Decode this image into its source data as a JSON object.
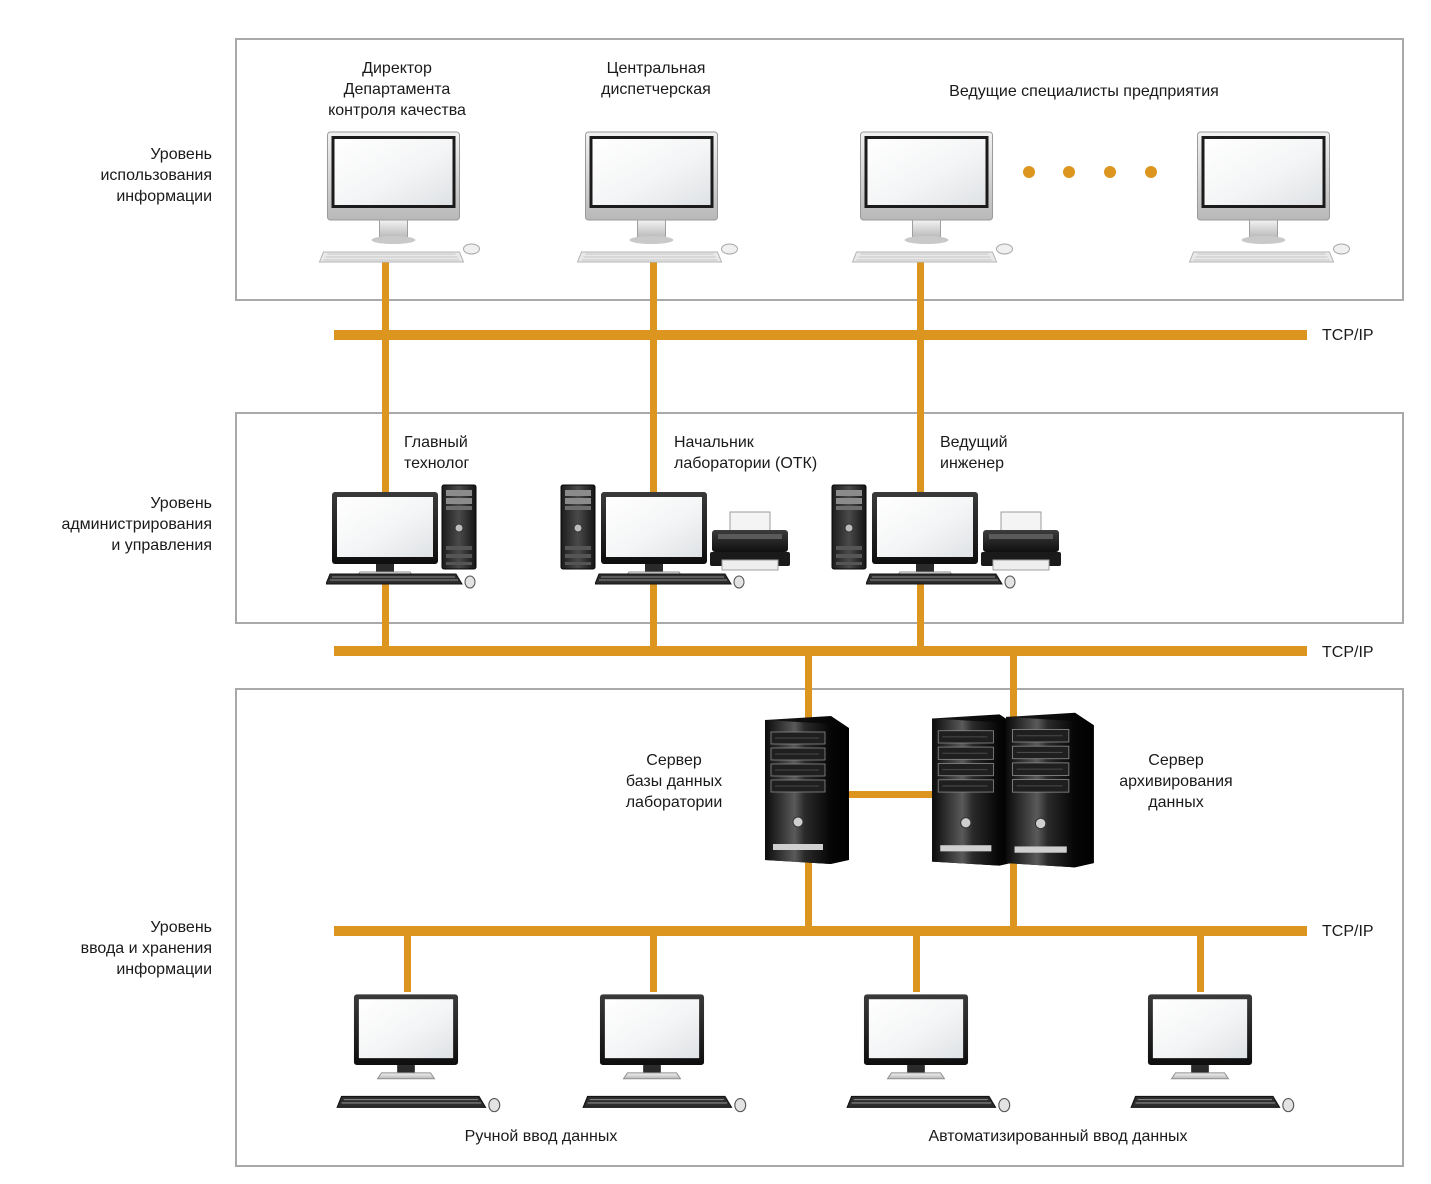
{
  "colors": {
    "bus": "#dc961f",
    "frame": "#a9a9a9",
    "text": "#1a1a1a"
  },
  "levels": {
    "usage": "Уровень\nиспользования\nинформации",
    "admin": "Уровень\nадминистрирования\nи управления",
    "input": "Уровень\nввода и хранения\nинформации"
  },
  "protocols": {
    "top": "TCP/IP",
    "middle": "TCP/IP",
    "bottom": "TCP/IP"
  },
  "usage": {
    "director": "Директор\nДепартамента\nконтроля качества",
    "dispatch": "Центральная\nдиспетчерская",
    "specialists": "Ведущие специалисты предприятия"
  },
  "admin": {
    "technologist": "Главный\nтехнолог",
    "lab_head": "Начальник\nлаборатории (ОТК)",
    "engineer": "Ведущий\nинженер"
  },
  "storage": {
    "db_server": "Сервер\nбазы данных\nлаборатории",
    "archive_server": "Сервер\nархивирования\nданных",
    "manual_input": "Ручной ввод данных",
    "auto_input": "Автоматизированный ввод данных"
  },
  "icons": {
    "monitor": "desktop-monitor-icon",
    "tower": "pc-tower-icon",
    "printer": "printer-icon",
    "server": "server-rack-icon"
  }
}
